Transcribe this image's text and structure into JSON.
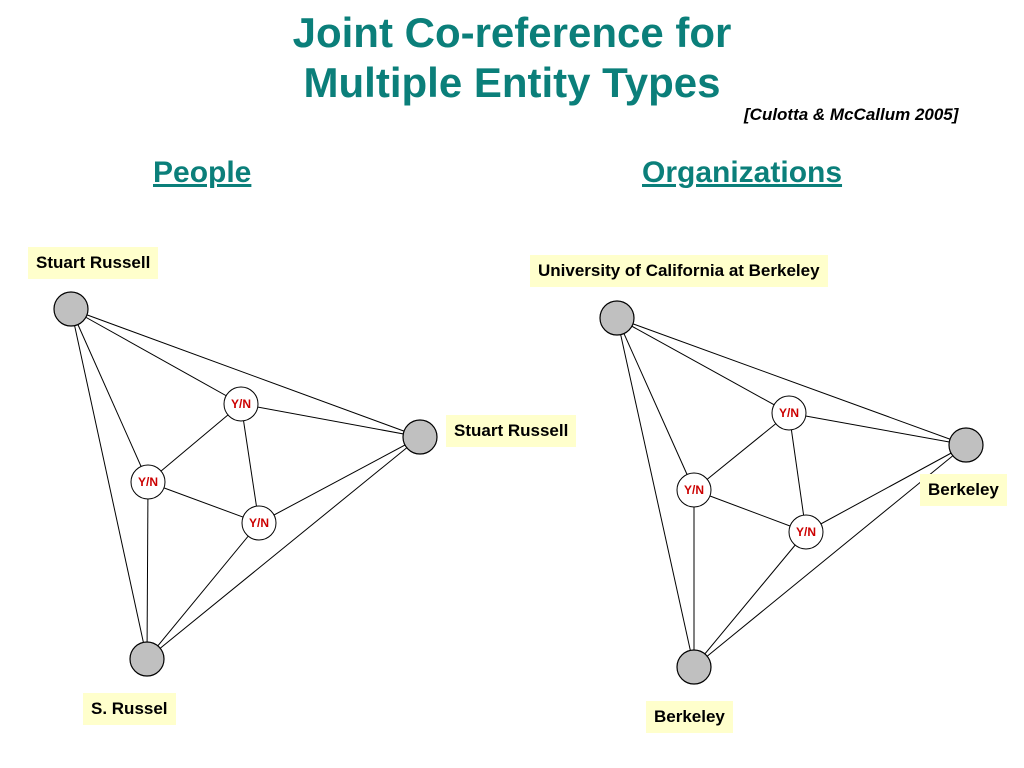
{
  "title": {
    "line1": "Joint Co-reference for",
    "line2": "Multiple Entity Types"
  },
  "citation": "[Culotta & McCallum 2005]",
  "people": {
    "heading": "People",
    "mentions": [
      "Stuart Russell",
      "Stuart Russell",
      "S. Russel"
    ],
    "decision_label": "Y/N"
  },
  "organizations": {
    "heading": "Organizations",
    "mentions": [
      "University of California at Berkeley",
      "Berkeley",
      "Berkeley"
    ],
    "decision_label": "Y/N"
  },
  "colors": {
    "title": "#0b7f7a",
    "label_bg": "#ffffcc",
    "mention_node": "#c0c0c0",
    "decision_text": "#cc0000"
  }
}
